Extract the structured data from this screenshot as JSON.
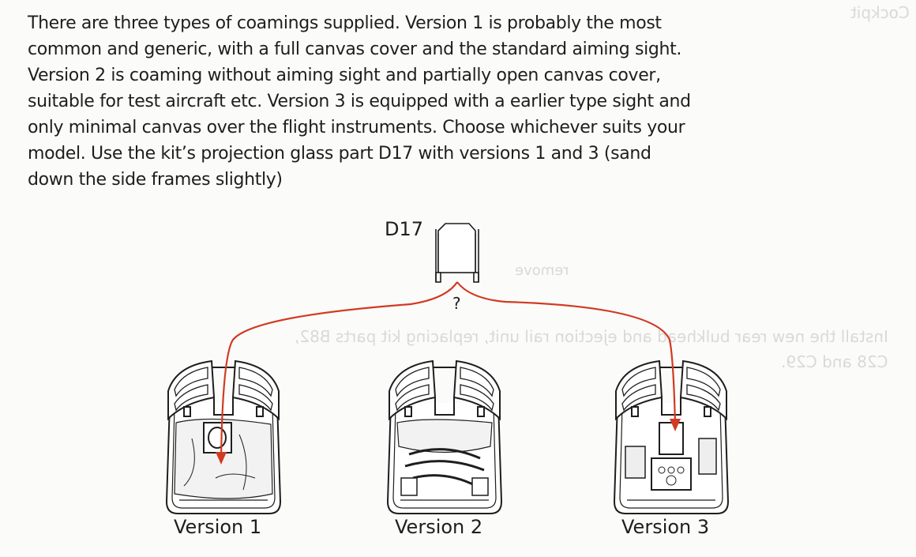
{
  "instructions": {
    "lines": [
      "There are three types of coamings supplied. Version 1 is probably the most",
      "common and generic, with a full canvas cover and the standard aiming sight.",
      "Version 2 is coaming without aiming sight and partially open canvas cover,",
      "suitable for test aircraft etc. Version 3 is equipped with a earlier type sight and",
      "only minimal canvas over the flight instruments. Choose whichever suits your",
      "model. Use the kit’s projection glass part D17 with versions 1 and 3 (sand",
      "down the side frames slightly)"
    ]
  },
  "diagram": {
    "part_label": "D17",
    "question_mark": "?",
    "arrow_color": "#d23a22",
    "versions": [
      "Version 1",
      "Version 2",
      "Version 3"
    ]
  },
  "show_through": {
    "heading": "Cockpit",
    "note": "remove",
    "line1": "Install the new rear bulkhead and ejection rail unit, replacing kit parts B82,",
    "line2": "C28 and C29."
  }
}
